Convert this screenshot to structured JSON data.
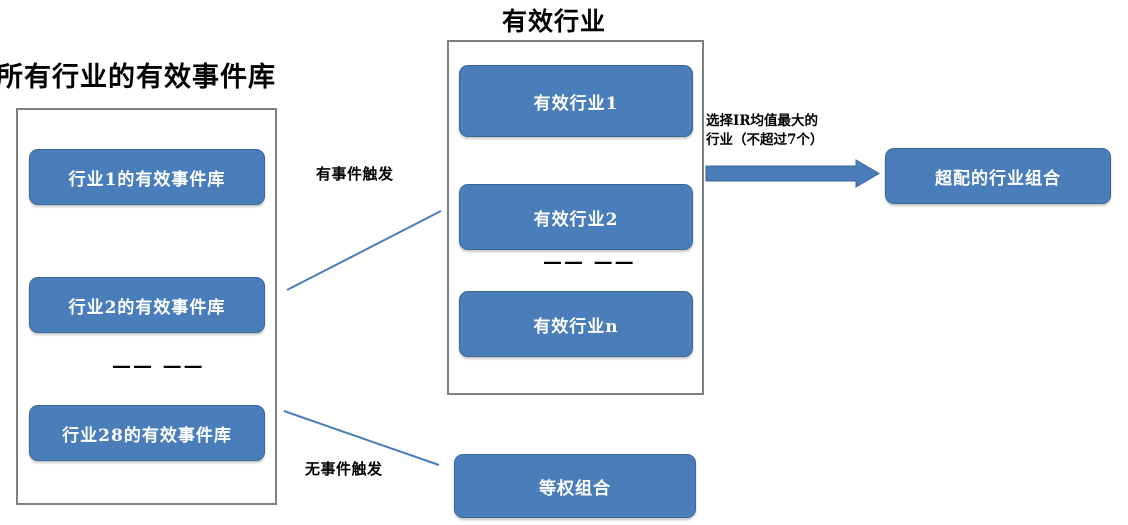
{
  "diagram": {
    "title_left": "所有行业的有效事件库",
    "title_middle": "有效行业",
    "ellipsis_left": "—— ——",
    "ellipsis_middle": "—— ——",
    "colors": {
      "box_fill": "#4a7ebb",
      "box_border": "#3a6698",
      "group_border": "#7f7f7f",
      "connector": "#4a7ebb",
      "text_on_box": "#ffffff",
      "text": "#000000",
      "background": "#ffffff"
    },
    "left_group": {
      "items": [
        {
          "label": "行业1的有效事件库"
        },
        {
          "label": "行业2的有效事件库"
        },
        {
          "label": "行业28的有效事件库"
        }
      ]
    },
    "middle_group": {
      "items": [
        {
          "label": "有效行业1"
        },
        {
          "label": "有效行业2"
        },
        {
          "label": "有效行业n"
        }
      ]
    },
    "edges": {
      "has_event": "有事件触发",
      "no_event": "无事件触发",
      "select_ir_line1": "选择IR均值最大的",
      "select_ir_line2": "行业（不超过7个）"
    },
    "outputs": {
      "equal_weight": "等权组合",
      "overweight": "超配的行业组合"
    }
  }
}
